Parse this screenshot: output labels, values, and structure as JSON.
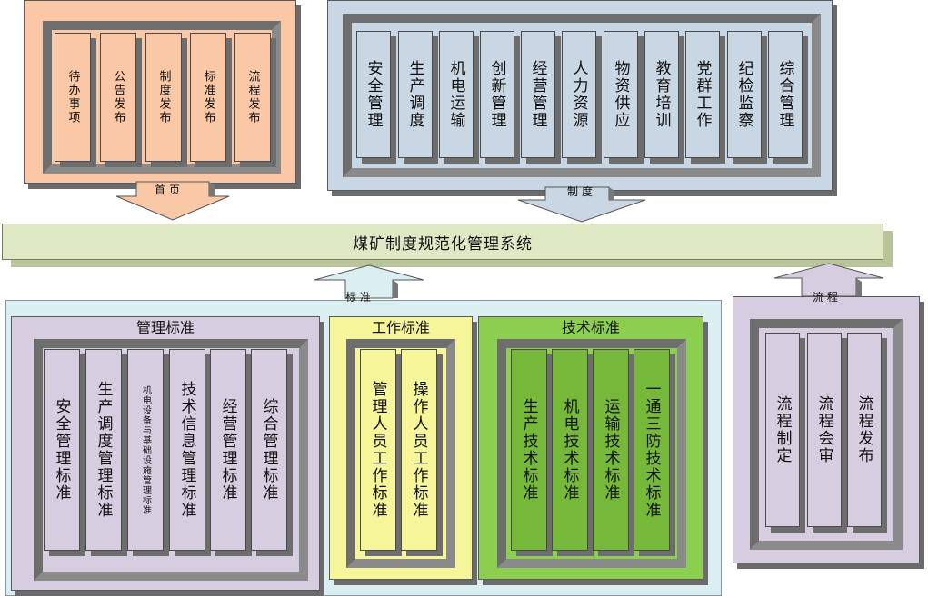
{
  "colors": {
    "peach": "#fac8a6",
    "blue": "#c9d6e3",
    "banner": "#dfe8c5",
    "lightblue": "#dbeef2",
    "lavender": "#d7cde1",
    "yellow": "#f6f59a",
    "green": "#8ccf4e",
    "green_dark": "#76b83a",
    "frame_gray": "#6e6e6e"
  },
  "homepage": {
    "label": "首页",
    "items": [
      "待办事项",
      "公告发布",
      "制度发布",
      "标准发布",
      "流程发布"
    ]
  },
  "system": {
    "label": "制度",
    "items": [
      "安全管理",
      "生产调度",
      "机电运输",
      "创新管理",
      "经营管理",
      "人力资源",
      "物资供应",
      "教育培训",
      "党群工作",
      "纪检监察",
      "综合管理"
    ]
  },
  "banner": {
    "title": "煤矿制度规范化管理系统"
  },
  "standards": {
    "label": "标准",
    "management": {
      "title": "管理标准",
      "items": [
        "安全管理标准",
        "生产调度管理标准",
        "机电设备与基础设施管理标准",
        "技术信息管理标准",
        "经营管理标准",
        "综合管理标准"
      ]
    },
    "work": {
      "title": "工作标准",
      "items": [
        "管理人员工作标准",
        "操作人员工作标准"
      ]
    },
    "technical": {
      "title": "技术标准",
      "items": [
        "生产技术标准",
        "机电技术标准",
        "运输技术标准",
        "一通三防技术标准"
      ]
    }
  },
  "process": {
    "label": "流程",
    "items": [
      "流程制定",
      "流程会审",
      "流程发布"
    ]
  }
}
